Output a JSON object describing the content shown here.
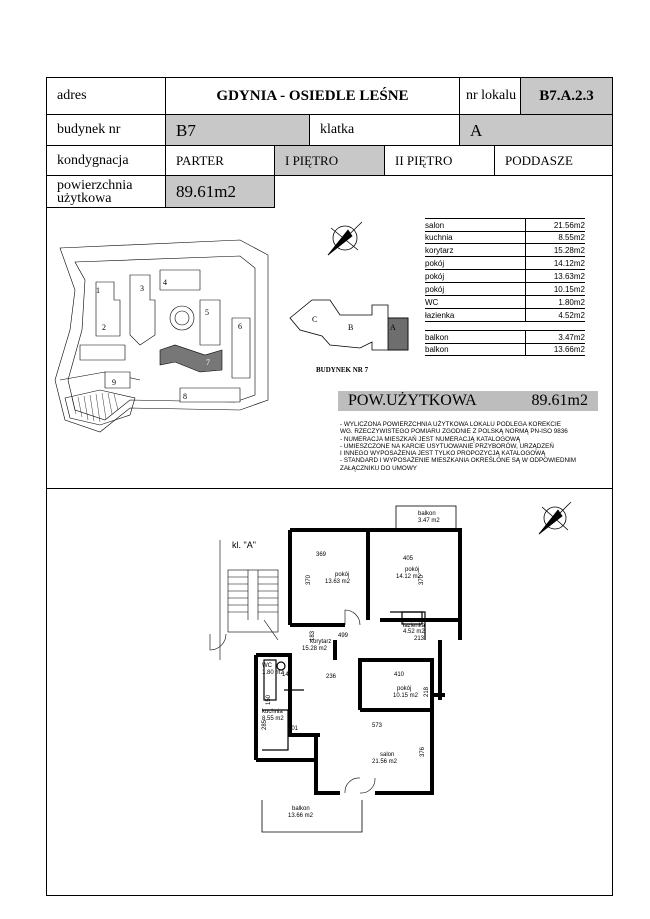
{
  "header": {
    "adres_label": "adres",
    "adres_value": "GDYNIA - OSIEDLE LEŚNE",
    "nr_lokalu_label": "nr lokalu",
    "nr_lokalu_value": "B7.A.2.3",
    "budynek_label": "budynek nr",
    "budynek_value": "B7",
    "klatka_label": "klatka",
    "klatka_value": "A",
    "kondygnacja_label": "kondygnacja",
    "levels": [
      "PARTER",
      "I PIĘTRO",
      "II PIĘTRO",
      "PODDASZE"
    ],
    "active_level": "I PIĘTRO",
    "powierzchnia_label_1": "powierzchnia",
    "powierzchnia_label_2": "użytkowa",
    "powierzchnia_value": "89.61m2"
  },
  "rooms": [
    {
      "name": "salon",
      "area": "21.56m2"
    },
    {
      "name": "kuchnia",
      "area": "8.55m2"
    },
    {
      "name": "korytarz",
      "area": "15.28m2"
    },
    {
      "name": "pokój",
      "area": "14.12m2"
    },
    {
      "name": "pokój",
      "area": "13.63m2"
    },
    {
      "name": "pokój",
      "area": "10.15m2"
    },
    {
      "name": "WC",
      "area": "1.80m2"
    },
    {
      "name": "łazienka",
      "area": "4.52m2"
    }
  ],
  "balconies": [
    {
      "name": "balkon",
      "area": "3.47m2"
    },
    {
      "name": "balkon",
      "area": "13.66m2"
    }
  ],
  "pow_uzytkowa": {
    "label": "POW.UŻYTKOWA",
    "value": "89.61m2"
  },
  "notes": [
    "- WYLICZONA POWIERZCHNIA UŻYTKOWA LOKALU PODLEGA KOREKCIE",
    "  WG. RZECZYWISTEGO POMIARU ZGODNIE Z POLSKĄ NORMĄ PN-ISO 9836",
    "- NUMERACJA MIESZKAŃ JEST NUMERACJĄ KATALOGOWĄ",
    "- UMIESZCZONE NA KARCIE USYTUOWANIE PRZYBORÓW, URZĄDZEŃ",
    "  I INNEGO WYPOSAŻENIA JEST TYLKO PROPOZYCJĄ KATALOGOWĄ",
    "- STANDARD I WYPOSAŻENIE MIESZKANIA OKREŚLONE SĄ W ODPOWIEDNIM",
    "  ZAŁĄCZNIKU DO UMOWY"
  ],
  "site_plan": {
    "building_numbers": [
      "1",
      "2",
      "3",
      "4",
      "5",
      "6",
      "7",
      "8",
      "9"
    ],
    "caption": "BUDYNEK NR 7",
    "stair_labels": [
      "C",
      "B",
      "A"
    ]
  },
  "floor_plan": {
    "klatka_label": "kl. \"A\"",
    "rooms": [
      {
        "name": "pokój",
        "area": "13.63 m2"
      },
      {
        "name": "pokój",
        "area": "14.12 m2"
      },
      {
        "name": "korytarz",
        "area": "15.28 m2"
      },
      {
        "name": "łazienka",
        "area": "4.52 m2"
      },
      {
        "name": "WC",
        "area": "1.80 m2"
      },
      {
        "name": "pokój",
        "area": "10.15 m2"
      },
      {
        "name": "kuchnia",
        "area": "8.55 m2"
      },
      {
        "name": "salon",
        "area": "21.56 m2"
      },
      {
        "name": "balkon",
        "area": "3.47 m2"
      },
      {
        "name": "balkon",
        "area": "13.66 m2"
      }
    ],
    "dimensions": [
      "369",
      "405",
      "370",
      "370",
      "499",
      "213",
      "236",
      "410",
      "218",
      "573",
      "301",
      "376",
      "285",
      "183",
      "140",
      "150"
    ]
  },
  "colors": {
    "grey": "#c8c8c8",
    "dark_grey": "#6e6e6e",
    "line": "#000000"
  }
}
